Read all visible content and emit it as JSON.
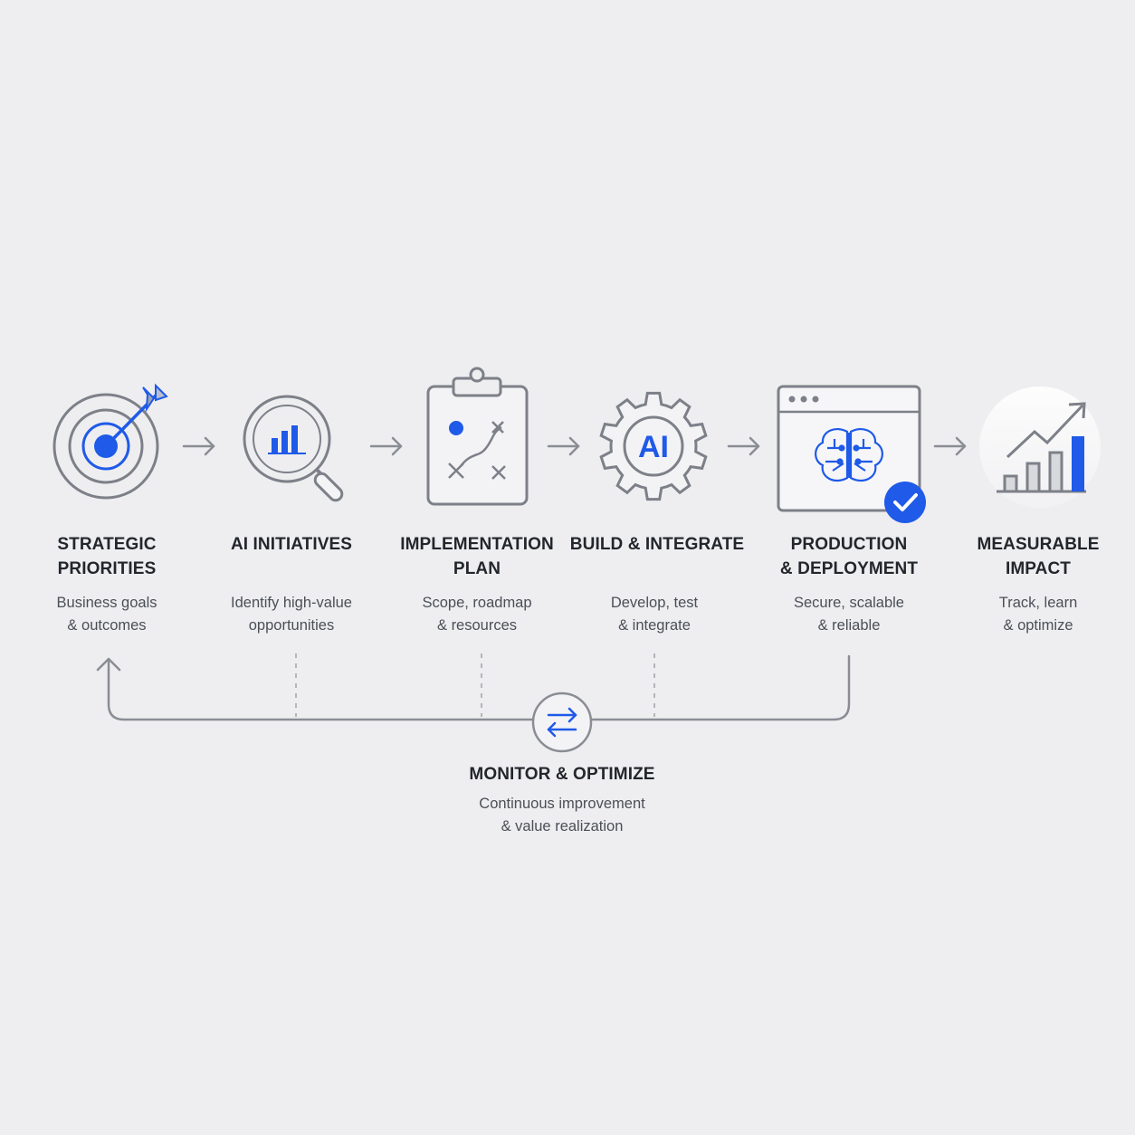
{
  "steps": [
    {
      "id": "strategic-priorities",
      "icon": "target-with-arrow-icon",
      "title_l1": "STRATEGIC",
      "title_l2": "PRIORITIES",
      "desc_l1": "Business goals",
      "desc_l2": "& outcomes"
    },
    {
      "id": "ai-initiatives",
      "icon": "magnifier-bar-chart-icon",
      "title_l1": "AI INITIATIVES",
      "title_l2": "",
      "desc_l1": "Identify high-value",
      "desc_l2": "opportunities"
    },
    {
      "id": "implementation-plan",
      "icon": "clipboard-plan-icon",
      "title_l1": "IMPLEMENTATION",
      "title_l2": "PLAN",
      "desc_l1": "Scope, roadmap",
      "desc_l2": "& resources"
    },
    {
      "id": "build-integrate",
      "icon": "ai-gear-icon",
      "icon_text": "AI",
      "title_l1": "BUILD & INTEGRATE",
      "title_l2": "",
      "desc_l1": "Develop, test",
      "desc_l2": "& integrate"
    },
    {
      "id": "production-deployment",
      "icon": "browser-brain-check-icon",
      "title_l1": "PRODUCTION",
      "title_l2": "& DEPLOYMENT",
      "desc_l1": "Secure, scalable",
      "desc_l2": "& reliable"
    },
    {
      "id": "measurable-impact",
      "icon": "growth-chart-icon",
      "title_l1": "MEASURABLE",
      "title_l2": "IMPACT",
      "desc_l1": "Track, learn",
      "desc_l2": "& optimize"
    }
  ],
  "loop": {
    "icon": "swap-arrows-icon",
    "title": "MONITOR & OPTIMIZE",
    "desc_l1": "Continuous improvement",
    "desc_l2": "& value realization"
  },
  "colors": {
    "background": "#eeeef0",
    "accent": "#1f5ae8",
    "line": "#8a8d94",
    "icon_stroke": "#7d8088",
    "text": "#23262c",
    "subtext": "#4b4f57"
  }
}
